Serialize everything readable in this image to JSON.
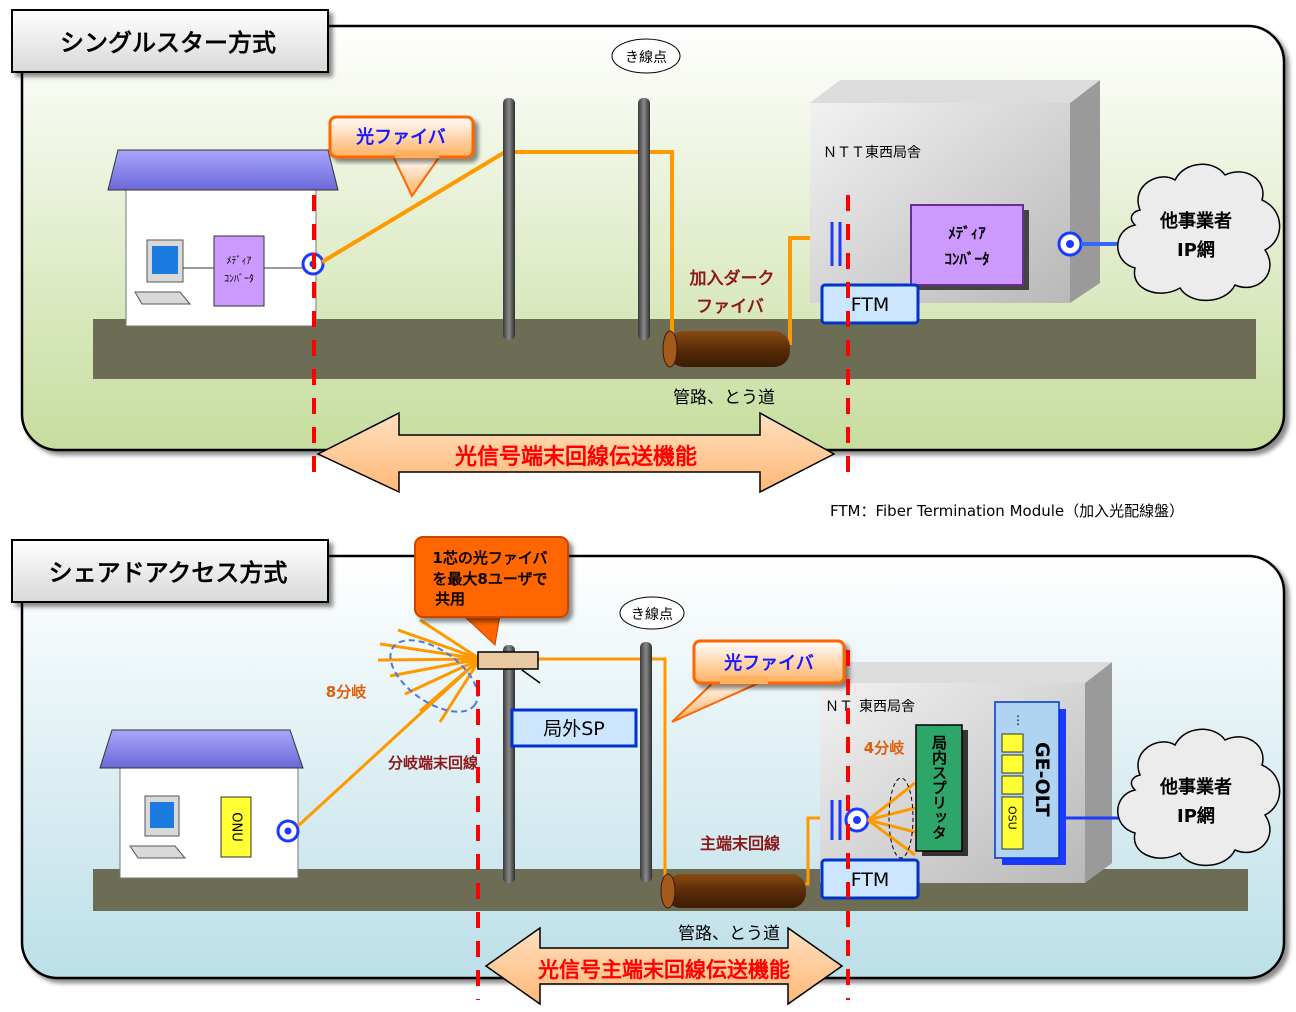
{
  "top": {
    "title": "シングルスター方式",
    "pole_label": "き線点",
    "fiber_callout": "光ファイバ",
    "dark_fiber_line1": "加入ダーク",
    "dark_fiber_line2": "ファイバ",
    "office_label": "ＮＴＴ東西局舎",
    "media_converter_line1": "ﾒﾃﾞｨｱ",
    "media_converter_line2": "ｺﾝﾊﾞｰﾀ",
    "house_converter_line1": "ﾒﾃﾞｨｱ",
    "house_converter_line2": "ｺﾝﾊﾞｰﾀ",
    "ftm_label": "FTM",
    "conduit_label": "管路、とう道",
    "cloud_line1": "他事業者",
    "cloud_line2": "IP網",
    "arrow_label": "光信号端末回線伝送機能"
  },
  "footnote": "FTM：Fiber Termination Module（加入光配線盤）",
  "bottom": {
    "title": "シェアドアクセス方式",
    "callout_line1": "1芯の光ファイバ",
    "callout_line2": "を最大8ユーザで",
    "callout_line3": "共用",
    "pole_label": "き線点",
    "fiber_callout": "光ファイバ",
    "split8_label": "8分岐",
    "outside_sp_label": "局外SP",
    "branch_line_label": "分岐端末回線",
    "office_label": "ＮＴ",
    "office_label_rest": "東西局舎",
    "split4_label": "4分岐",
    "inner_splitter_label": "局内スプリッタ",
    "olt_label": "GE-OLT",
    "osu_label": "OSU",
    "onu_label": "ONU",
    "main_line_label": "主端末回線",
    "ftm_label": "FTM",
    "conduit_label": "管路、とう道",
    "cloud_line1": "他事業者",
    "cloud_line2": "IP網",
    "arrow_label": "光信号主端末回線伝送機能"
  },
  "colors": {
    "fiber": "#ff9900",
    "fiber_dark": "#ff6600",
    "marker": "#ff0000",
    "ground": "#6d6c55",
    "panel_top": "#d6e6b4",
    "panel_bottom": "#cfe6ee",
    "converter": "#cc99ff",
    "ftm": "#cce6ff",
    "ftm_border": "#0033cc",
    "splitter": "#2ea66a",
    "olt": "#aed4f2",
    "arrow_fill": "#ffcc99",
    "arrow_text": "#ff0000"
  }
}
